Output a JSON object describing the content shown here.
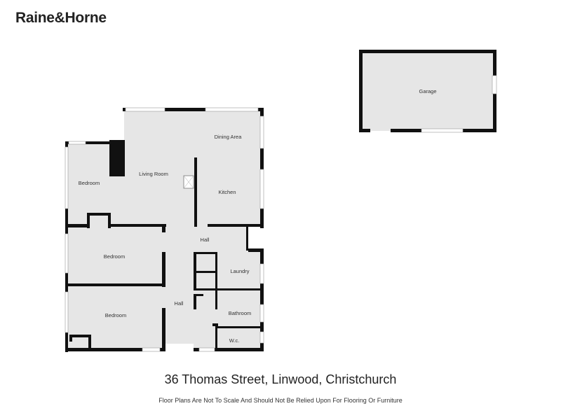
{
  "brand": {
    "name": "Raine&Horne"
  },
  "rooms": {
    "garage": "Garage",
    "dining": "Dining Area",
    "living": "Living Room",
    "kitchen": "Kitchen",
    "bedroom1": "Bedroom",
    "hall_top": "Hall",
    "bedroom2": "Bedroom",
    "laundry": "Laundry",
    "hall_main": "Hall",
    "bathroom": "Bathroom",
    "bedroom3": "Bedroom",
    "wc": "W.c."
  },
  "footer": {
    "address": "36 Thomas Street, Linwood, Christchurch",
    "disclaimer": "Floor Plans Are Not To Scale And Should Not Be Relied Upon For Flooring Or Furniture"
  },
  "colors": {
    "wall": "#111111",
    "floor": "#e6e6e6",
    "window": "#ffffff"
  }
}
